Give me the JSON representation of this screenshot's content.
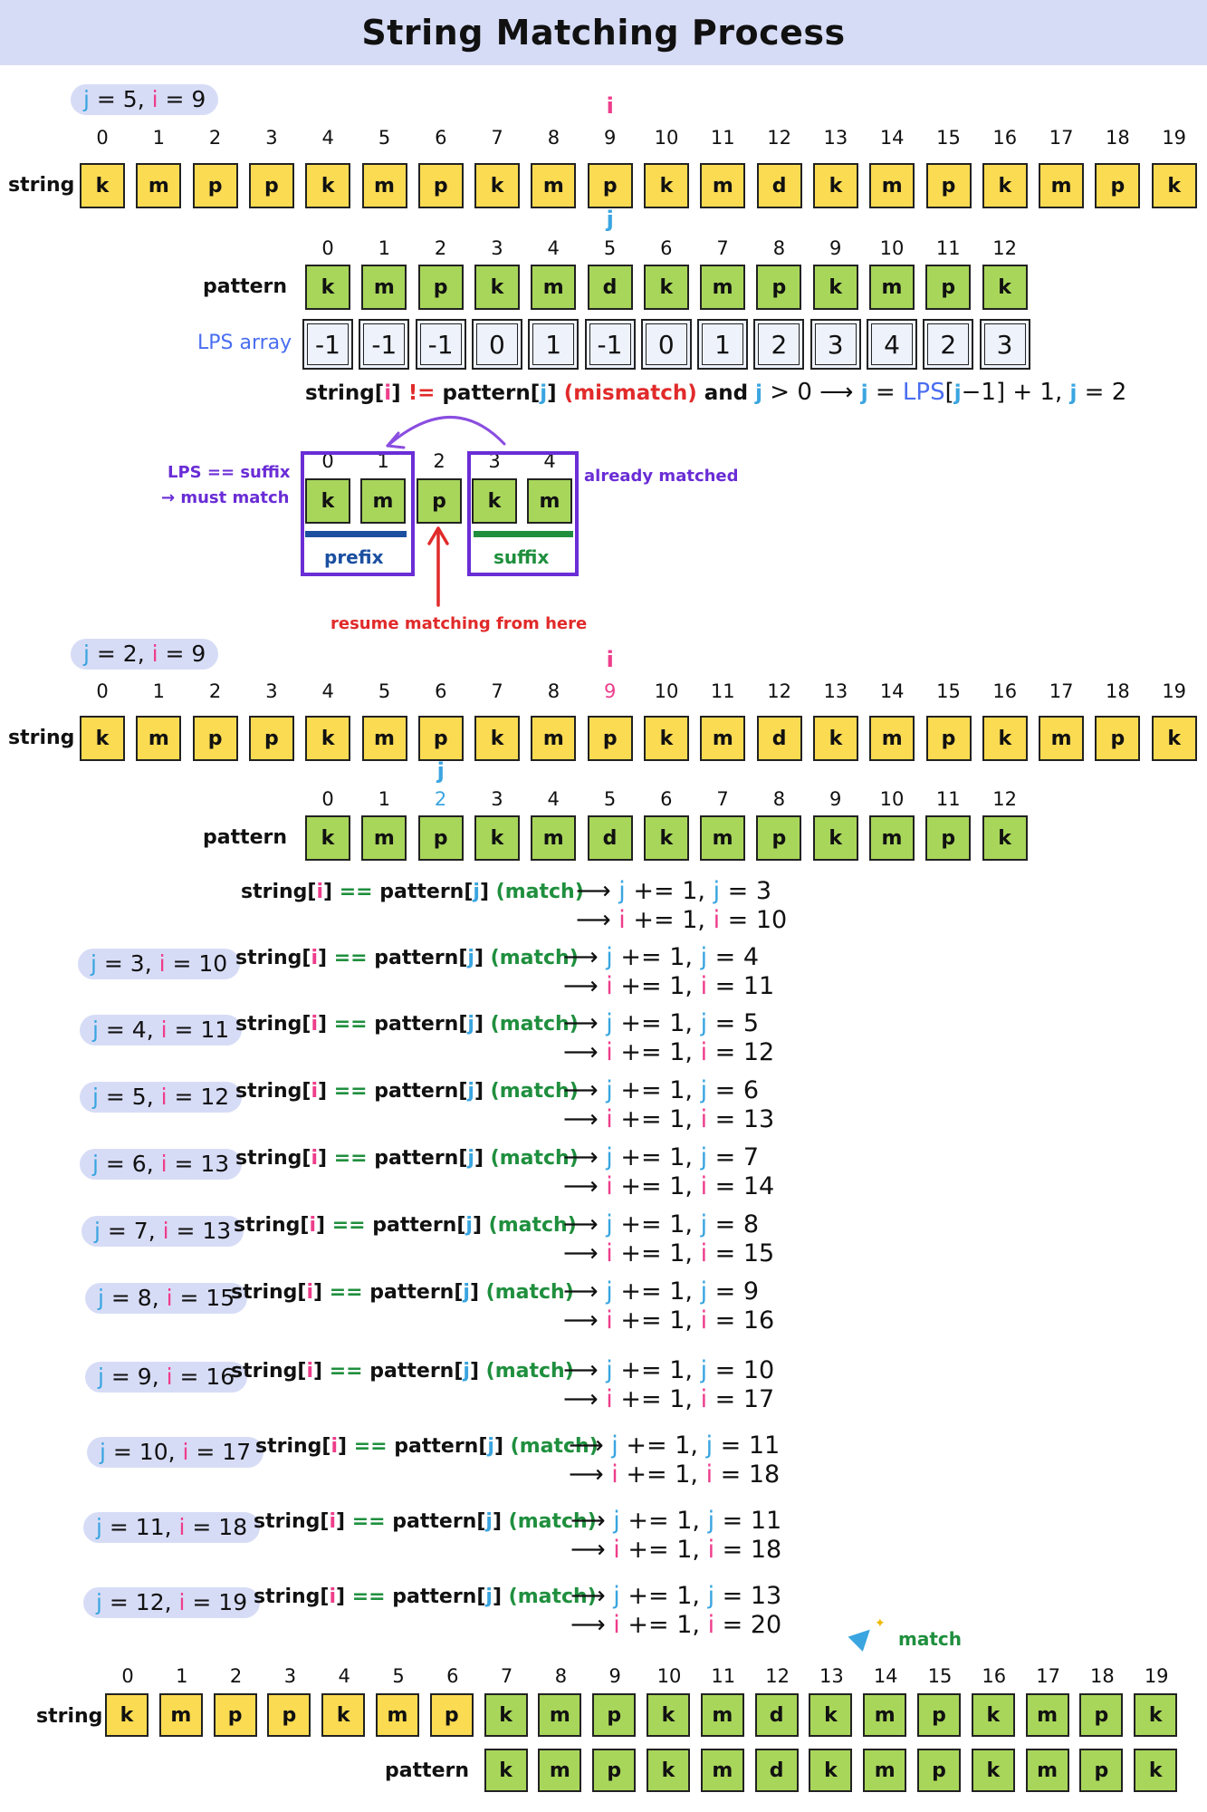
{
  "title": "String Matching Process",
  "labels": {
    "string": "string",
    "pattern": "pattern",
    "lps_array": "LPS array",
    "prefix": "prefix",
    "suffix": "suffix",
    "already_matched": "already matched",
    "lps_suffix_1": "LPS == suffix",
    "lps_suffix_2": "→ must match",
    "resume": "resume  matching from here",
    "match": "match",
    "i": "i",
    "j": "j"
  },
  "string_chars": [
    "k",
    "m",
    "p",
    "p",
    "k",
    "m",
    "p",
    "k",
    "m",
    "p",
    "k",
    "m",
    "d",
    "k",
    "m",
    "p",
    "k",
    "m",
    "p",
    "k"
  ],
  "pattern_chars": [
    "k",
    "m",
    "p",
    "k",
    "m",
    "d",
    "k",
    "m",
    "p",
    "k",
    "m",
    "p",
    "k"
  ],
  "lps_values": [
    "-1",
    "-1",
    "-1",
    "0",
    "1",
    "-1",
    "0",
    "1",
    "2",
    "3",
    "4",
    "2",
    "3"
  ],
  "string_indices": [
    "0",
    "1",
    "2",
    "3",
    "4",
    "5",
    "6",
    "7",
    "8",
    "9",
    "10",
    "11",
    "12",
    "13",
    "14",
    "15",
    "16",
    "17",
    "18",
    "19"
  ],
  "pattern_indices": [
    "0",
    "1",
    "2",
    "3",
    "4",
    "5",
    "6",
    "7",
    "8",
    "9",
    "10",
    "11",
    "12"
  ],
  "state1": {
    "j": "5",
    "i": "9"
  },
  "state2": {
    "j": "2",
    "i": "9"
  },
  "mismatch_rule": {
    "p1": "string[",
    "i": "i",
    "p2": "] ",
    "neq": "!=",
    "p3": " pattern[",
    "j": "j",
    "p4": "] ",
    "mismatch": "(mismatch)",
    "p5": " and ",
    "j2": "j",
    "p6": " > 0 ⟶ ",
    "j3": "j",
    "p7": " = ",
    "lps": "LPS",
    "p8": "[",
    "j4": "j",
    "p9": "−1] + 1, ",
    "j5": "j",
    "p10": " = 2"
  },
  "shift_diagram": {
    "cells": [
      "k",
      "m",
      "p",
      "k",
      "m"
    ],
    "indices": [
      "0",
      "1",
      "2",
      "3",
      "4"
    ]
  },
  "steps": [
    {
      "pill_j": "",
      "pill_i": "",
      "jplus": "3",
      "iplus": "10"
    },
    {
      "pill_j": "3",
      "pill_i": "10",
      "jplus": "4",
      "iplus": "11"
    },
    {
      "pill_j": "4",
      "pill_i": "11",
      "jplus": "5",
      "iplus": "12"
    },
    {
      "pill_j": "5",
      "pill_i": "12",
      "jplus": "6",
      "iplus": "13"
    },
    {
      "pill_j": "6",
      "pill_i": "13",
      "jplus": "7",
      "iplus": "14"
    },
    {
      "pill_j": "7",
      "pill_i": "13",
      "jplus": "8",
      "iplus": "15"
    },
    {
      "pill_j": "8",
      "pill_i": "15",
      "jplus": "9",
      "iplus": "16"
    },
    {
      "pill_j": "9",
      "pill_i": "16",
      "jplus": "10",
      "iplus": "17"
    },
    {
      "pill_j": "10",
      "pill_i": "17",
      "jplus": "11",
      "iplus": "18"
    },
    {
      "pill_j": "11",
      "pill_i": "18",
      "jplus": "11",
      "iplus": "18"
    },
    {
      "pill_j": "12",
      "pill_i": "19",
      "jplus": "13",
      "iplus": "20"
    }
  ],
  "step_text": {
    "s1": "string[",
    "s2": "] ",
    "eq": "==",
    "s3": " pattern[",
    "s4": "] ",
    "match": "(match)",
    "arrow": "⟶",
    "plus": " += 1, ",
    "equals": " = "
  },
  "colors": {
    "yellow": "#fbdb52",
    "green": "#a8d65a",
    "pill": "#d7dcf6",
    "i_pink": "#ee3d8b",
    "j_blue": "#3aa5e0",
    "purple": "#6a2dd6",
    "prefix_bar": "#1b4fa0",
    "suffix_bar": "#1f8f3e",
    "arrow_red": "#e12a2a"
  },
  "icons": {
    "celebration": "party-popper-icon"
  }
}
